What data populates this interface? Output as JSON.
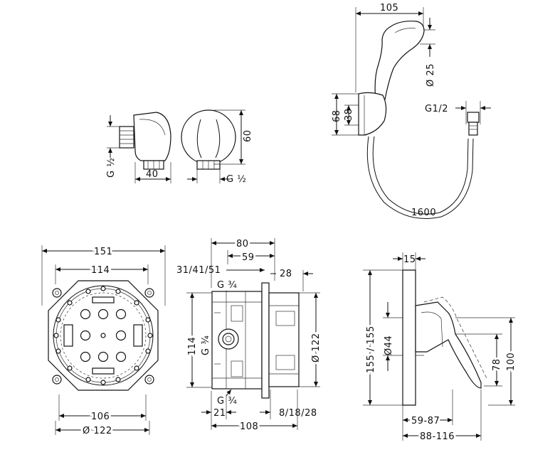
{
  "colors": {
    "line": "#111111",
    "background": "#ffffff",
    "fill": "#e8e8e8"
  },
  "views": {
    "hand_shower": {
      "width": "105",
      "handle_dia": "Ø 25",
      "holder_height": "68",
      "holder_inner": "38",
      "connection": "G1/2",
      "hose_length": "1600"
    },
    "wall_outlet": {
      "thread_left": "G ½",
      "depth": "40",
      "height": "60",
      "thread_right": "G ½"
    },
    "ibox_front": {
      "outer_width": "151",
      "inner_width": "114",
      "bottom_width": "106",
      "diameter": "Ø 122"
    },
    "ibox_side": {
      "top_width": "80",
      "top_mid": "59",
      "depth_range": "31/41/51",
      "top_thread": "G ¾",
      "offset": "28",
      "height": "114",
      "side_thread": "G ¾",
      "diameter": "Ø 122",
      "bottom_thread": "G ¾",
      "bottom_short": "21",
      "bottom_range": "8/18/28",
      "bottom_width": "108"
    },
    "mixer_side": {
      "plate_thickness": "15",
      "plate_height": "155 / 155",
      "handle_dia": "Ø44",
      "lever": "78",
      "height": "100",
      "proj_short": "59-87",
      "proj_long": "88-116"
    }
  }
}
